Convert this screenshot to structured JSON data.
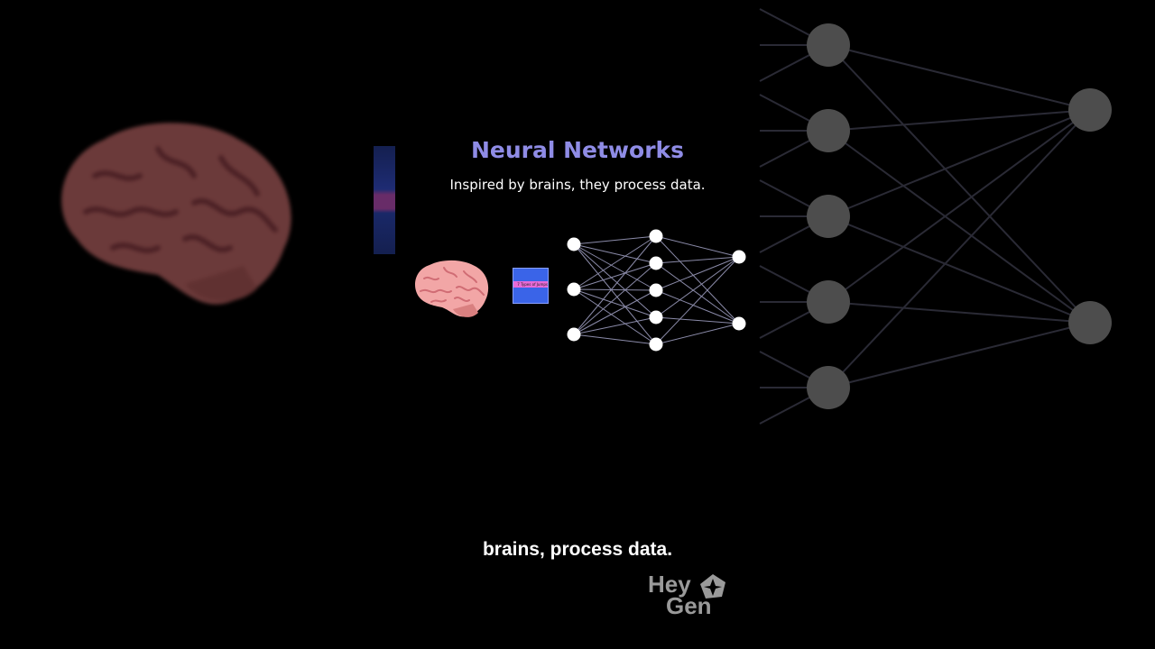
{
  "slide": {
    "title": "Neural Networks",
    "subtitle": "Inspired by brains, they process data.",
    "thumbnail_text": "7 Types of Jumps"
  },
  "caption": "brains, process data.",
  "watermark": {
    "line1": "Hey",
    "line2": "Gen"
  },
  "colors": {
    "title": "#8f8ce6",
    "brain": "#f0a0a0",
    "node": "#ffffff",
    "bg_node": "#555555"
  }
}
